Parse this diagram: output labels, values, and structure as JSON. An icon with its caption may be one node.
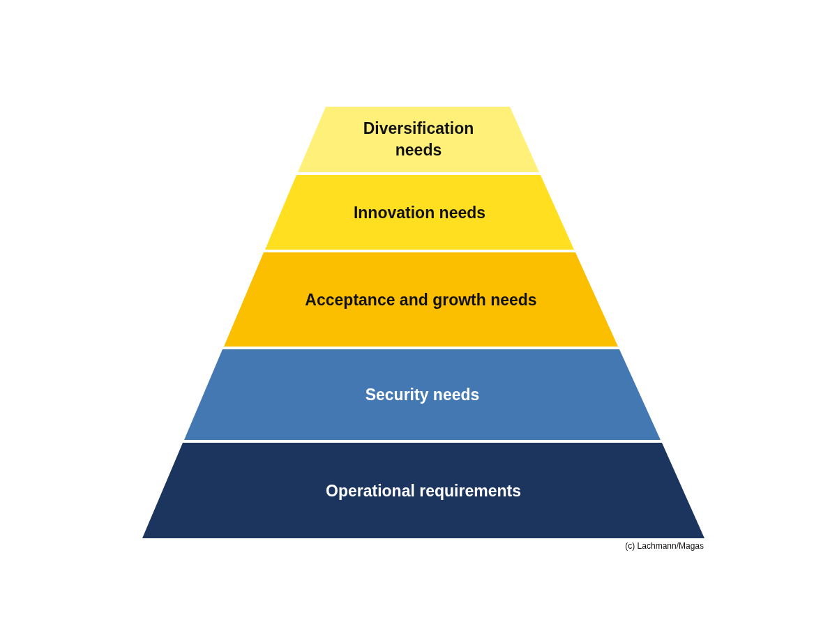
{
  "diagram": {
    "nodes": [
      {
        "text": [
          "Diversification needs"
        ]
      },
      {
        "text": [
          "Innovation needs"
        ]
      },
      {
        "text": [
          "Acceptance and growth needs"
        ]
      },
      {
        "text": [
          "Security needs"
        ]
      },
      {
        "text": [
          "Operational requirements"
        ]
      }
    ],
    "edges": [],
    "labels": [
      "(c) Lachmann/Magas"
    ]
  }
}
